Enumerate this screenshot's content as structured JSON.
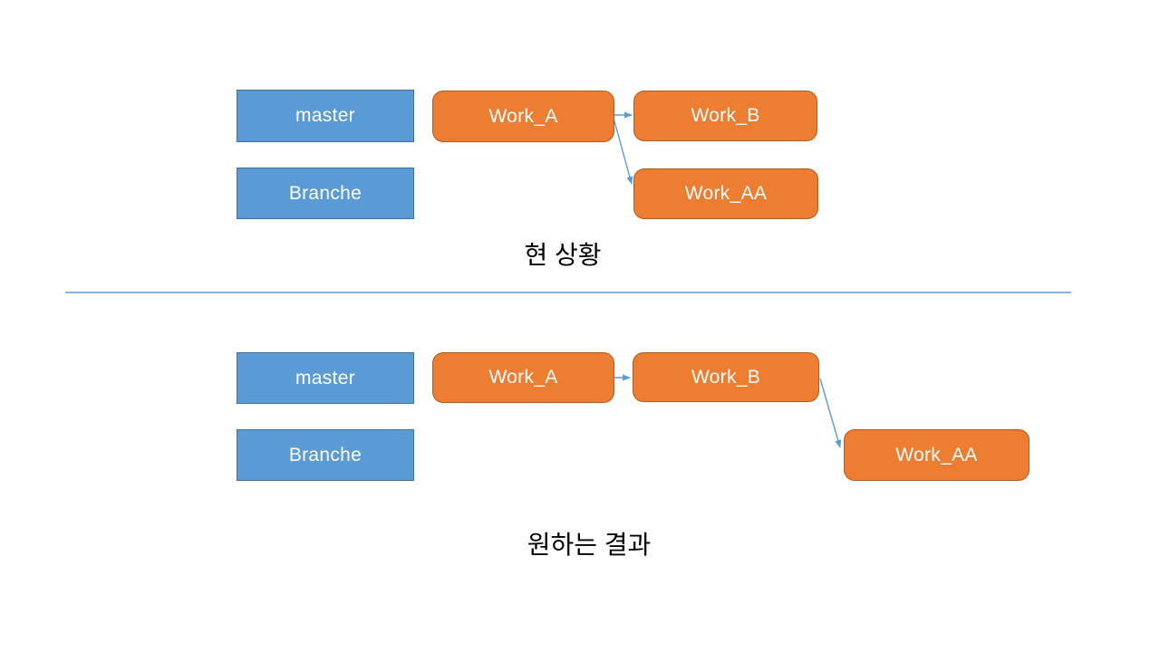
{
  "slide": {
    "background": "#FFFFFF"
  },
  "colors": {
    "branch_box_fill": "#5B9BD5",
    "branch_box_border": "#41719C",
    "work_box_fill": "#ED7D31",
    "work_box_border": "#AE5A21",
    "box_text": "#FFFFFF",
    "caption_text": "#000000",
    "connector": "#5B9BD5",
    "divider": "#5B9BD5"
  },
  "top_section": {
    "caption": "현 상황",
    "branch_labels": {
      "master": "master",
      "branche": "Branche"
    },
    "work_nodes": {
      "work_a": "Work_A",
      "work_b": "Work_B",
      "work_aa": "Work_AA"
    },
    "arrows": [
      {
        "from": "Work_A",
        "to": "Work_B"
      },
      {
        "from": "Work_A",
        "to": "Work_AA"
      }
    ]
  },
  "bottom_section": {
    "caption": "원하는 결과",
    "branch_labels": {
      "master": "master",
      "branche": "Branche"
    },
    "work_nodes": {
      "work_a": "Work_A",
      "work_b": "Work_B",
      "work_aa": "Work_AA"
    },
    "arrows": [
      {
        "from": "Work_A",
        "to": "Work_B"
      },
      {
        "from": "Work_B",
        "to": "Work_AA"
      }
    ]
  }
}
